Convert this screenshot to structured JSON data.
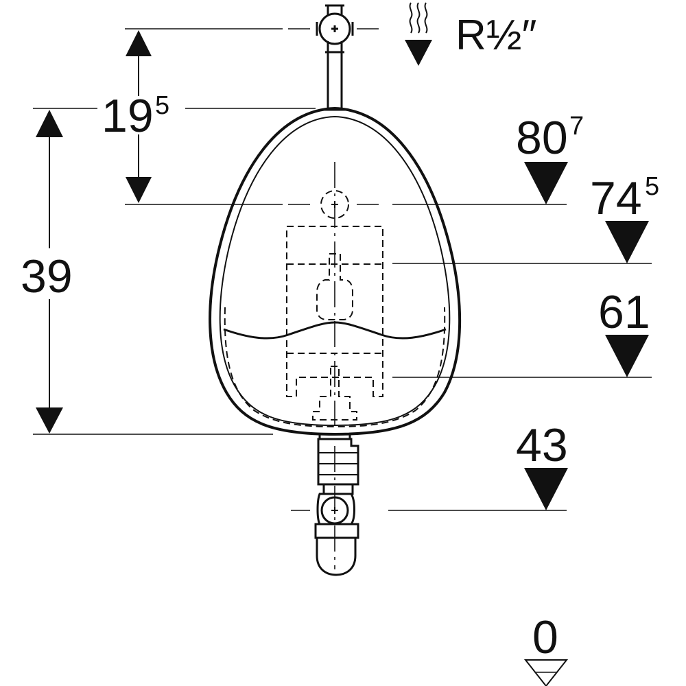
{
  "supply": {
    "thread_label": "R½″",
    "icon": "water-supply-icon"
  },
  "dimensions": {
    "supply_offset": {
      "main": "19",
      "sup": "5"
    },
    "overall_height": {
      "main": "39"
    }
  },
  "levels": [
    {
      "id": "inlet",
      "main": "80",
      "sup": "7"
    },
    {
      "id": "rim",
      "main": "74",
      "sup": "5"
    },
    {
      "id": "bowl",
      "main": "61",
      "sup": ""
    },
    {
      "id": "drain",
      "main": "43",
      "sup": ""
    },
    {
      "id": "floor",
      "main": "0",
      "sup": ""
    }
  ],
  "colors": {
    "line": "#111111",
    "background": "#ffffff"
  }
}
